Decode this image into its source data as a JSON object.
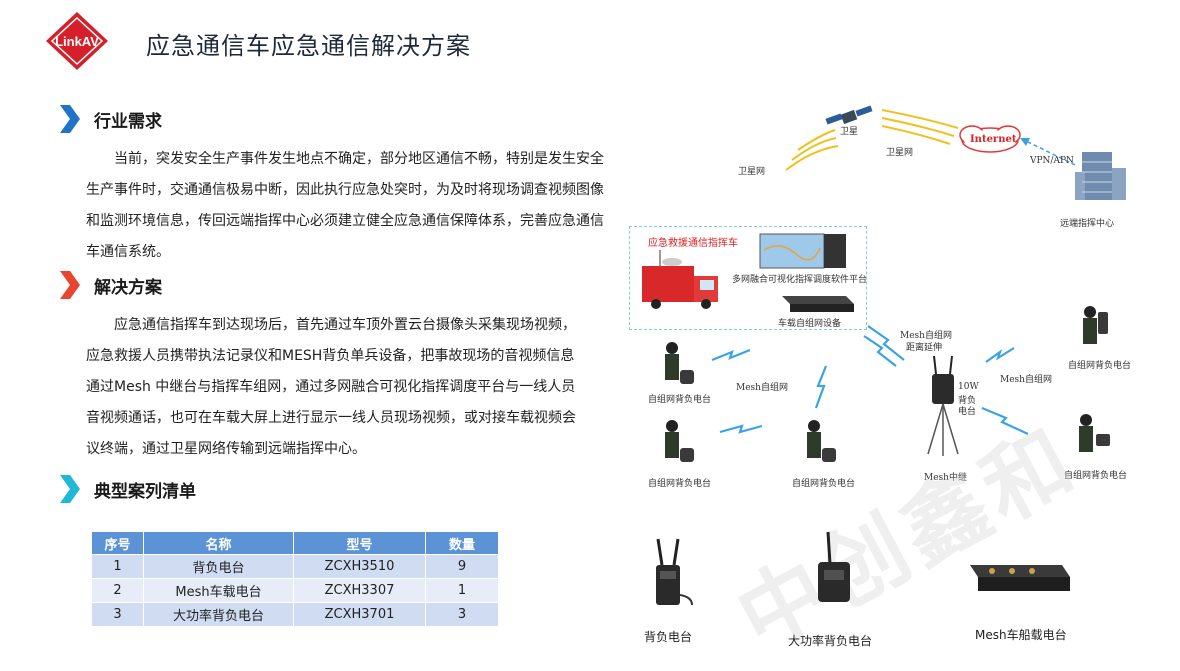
{
  "header": {
    "logo_text": "LinkAV",
    "title": "应急通信车应急通信解决方案"
  },
  "sections": {
    "industry": {
      "heading": "行业需求",
      "text": "当前，突发安全生产事件发生地点不确定，部分地区通信不畅，特别是发生安全生产事件时，交通通信极易中断，因此执行应急处突时，为及时将现场调查视频图像和监测环境信息，传回远端指挥中心必须建立健全应急通信保障体系，完善应急通信车通信系统。"
    },
    "solution": {
      "heading": "解决方案",
      "text": "应急通信指挥车到达现场后，首先通过车顶外置云台摄像头采集现场视频，应急救援人员携带执法记录仪和MESH背负单兵设备，把事故现场的音视频信息通过Mesh 中继台与指挥车组网，通过多网融合可视化指挥调度平台与一线人员音视频通话，也可在车载大屏上进行显示一线人员现场视频，或对接车载视频会议终端，通过卫星网络传输到远端指挥中心。"
    },
    "cases": {
      "heading": "典型案列清单",
      "columns": [
        "序号",
        "名称",
        "型号",
        "数量"
      ],
      "rows": [
        [
          "1",
          "背负电台",
          "ZCXH3510",
          "9"
        ],
        [
          "2",
          "Mesh车载电台",
          "ZCXH3307",
          "1"
        ],
        [
          "3",
          "大功率背负电台",
          "ZCXH3701",
          "3"
        ]
      ]
    }
  },
  "diagram": {
    "satellite": "卫星",
    "satellite_net_left": "卫星网",
    "satellite_net_right": "卫星网",
    "internet": "Internet",
    "vpn": "VPN/APN",
    "remote_center": "远端指挥中心",
    "command_vehicle": "应急救援通信指挥车",
    "platform": "多网融合可视化指挥调度软件平台",
    "vehicle_device": "车载自组网设备",
    "mesh_extend_line1": "Mesh自组网",
    "mesh_extend_line2": "距离延伸",
    "mesh_net_left": "Mesh自组网",
    "mesh_net_right": "Mesh自组网",
    "relay_line1": "10W",
    "relay_line2": "背负",
    "relay_line3": "电台",
    "relay_name": "Mesh中继",
    "backpack_label": "自组网背负电台"
  },
  "products": {
    "p1": "背负电台",
    "p2": "大功率背负电台",
    "p3": "Mesh车船载电台"
  },
  "colors": {
    "chevron_blue": "#1f73c9",
    "chevron_red": "#e8452f",
    "chevron_cyan": "#1fb8d6",
    "table_header": "#5b93d6",
    "logo_red": "#d3202a"
  }
}
